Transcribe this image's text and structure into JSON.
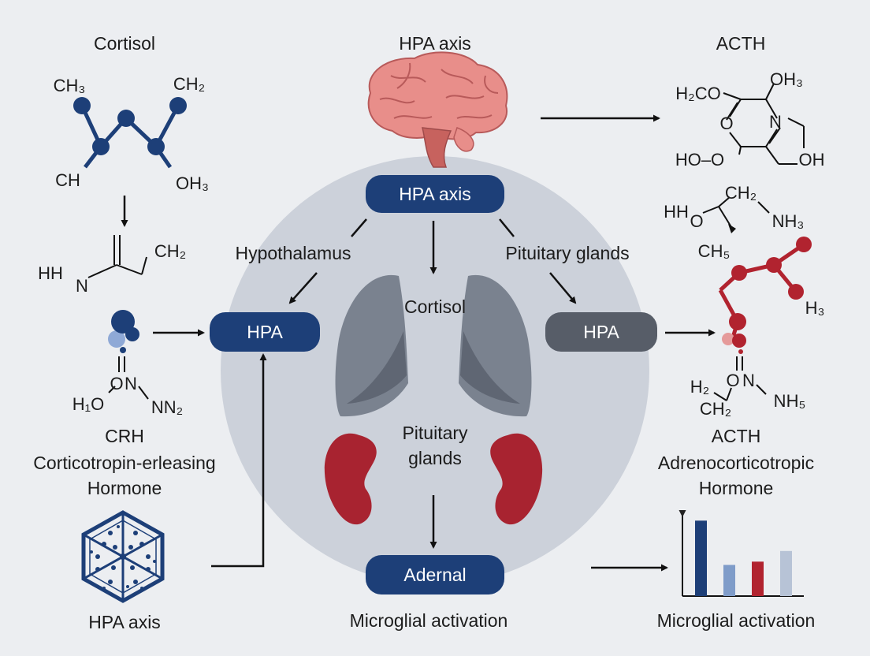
{
  "colors": {
    "background": "#eceef1",
    "circle": "#ccd1da",
    "navy": "#1d3f78",
    "slate": "#575d68",
    "crimson": "#b1232f",
    "brain": "#e88e8a",
    "lung": "#7a828f"
  },
  "left": {
    "title": "Cortisol",
    "molecule_top": {
      "ch3": "CH₃",
      "ch2": "CH₂",
      "ch": "CH",
      "oh3": "OH₃"
    },
    "molecule_mid": {
      "hhn": "HH",
      "n": "N",
      "ch2": "CH₂"
    },
    "molecule_low": {
      "o": "O",
      "n": "N",
      "h1o": "H₁O",
      "nn2": "NN₂"
    },
    "crh_abbr": "CRH",
    "crh_line1": "Corticotropin-erleasing",
    "crh_line2": "Hormone",
    "bottom_label": "HPA axis",
    "icon": "hexagonal-crystal-icon"
  },
  "center": {
    "top_title": "HPA axis",
    "hub_pill": "HPA axis",
    "hypothalamus": "Hypothalamus",
    "pituitary": "Pituitary glands",
    "hpa_left": "HPA",
    "hpa_right": "HPA",
    "cortisol": "Cortisol",
    "pituitary_glands_line1": "Pituitary",
    "pituitary_glands_line2": "glands",
    "adrenal_pill": "Adernal",
    "bottom_label": "Microglial activation",
    "icons": [
      "brain-icon",
      "lungs-icon",
      "kidney-icon"
    ]
  },
  "right": {
    "title": "ACTH",
    "molecule_top": {
      "h2co": "H₂CO",
      "oh3": "OH₃",
      "o": "O",
      "n": "N",
      "hoo": "HO–O",
      "oh": "OH"
    },
    "molecule_mid": {
      "hh": "HH",
      "o": "O",
      "ch2": "CH₂",
      "nh3": "NH₃",
      "ch5": "CH₅",
      "h3": "H₃"
    },
    "molecule_low": {
      "o": "O",
      "n": "N",
      "h2": "H₂",
      "ch2": "CH₂",
      "nh5": "NH₅"
    },
    "acth_abbr": "ACTH",
    "acth_line1": "Adrenocorticotropic",
    "acth_line2": "Hormone",
    "bottom_label": "Microglial activation"
  },
  "chart_data": {
    "type": "bar",
    "title": "",
    "xlabel": "",
    "ylabel": "",
    "categories": [
      "",
      "",
      "",
      ""
    ],
    "values": [
      0.92,
      0.38,
      0.42,
      0.55
    ],
    "bar_colors": [
      "#1d3f78",
      "#7f9cc9",
      "#b1232f",
      "#b7c3d6"
    ],
    "ylim": [
      0,
      1
    ]
  }
}
